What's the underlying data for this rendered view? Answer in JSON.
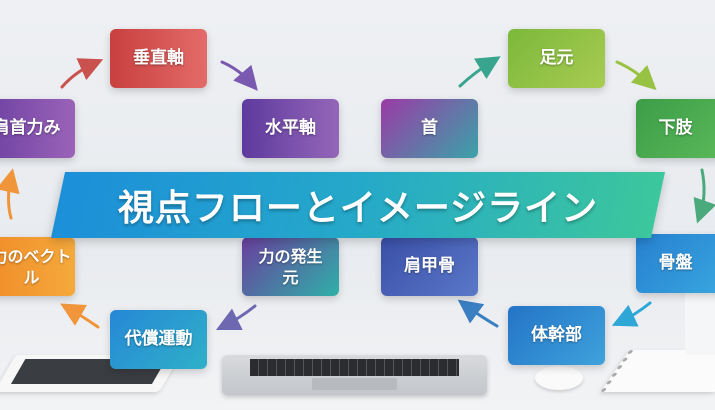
{
  "title": "視点フローとイメージライン",
  "nodes": {
    "vertical_axis": "垂直軸",
    "neck_shoulder_tension": "肩首力み",
    "horizontal_axis": "水平軸",
    "force_vector": "力のベクトル",
    "force_origin": "力の発生元",
    "compensation": "代償運動",
    "neck": "首",
    "feet": "足元",
    "lower_limb": "下肢",
    "pelvis": "骨盤",
    "scapula": "肩甲骨",
    "trunk": "体幹部"
  },
  "colors": {
    "banner_start": "#1c8fd9",
    "banner_end": "#3cc79c"
  }
}
